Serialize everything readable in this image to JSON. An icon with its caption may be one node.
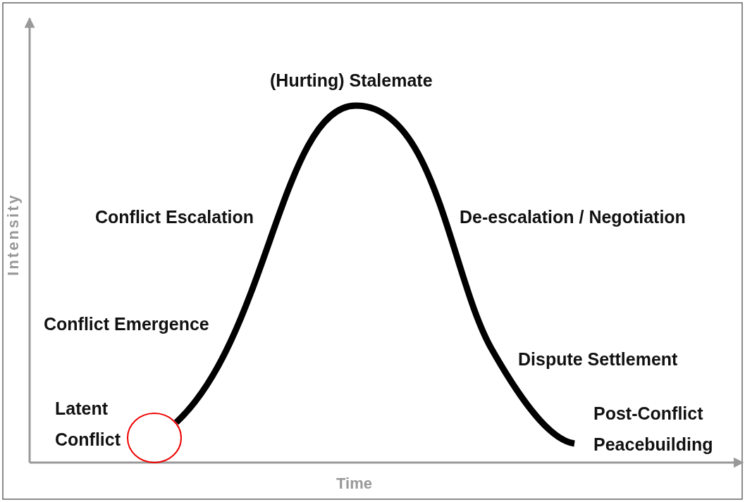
{
  "diagram": {
    "labels": [
      "(Hurting) Stalemate",
      "Conflict Escalation",
      "De-escalation / Negotiation",
      "Intensity",
      "Conflict Emergence",
      "Dispute Settlement",
      "Latent Conflict",
      "Post-Conflict Peacebuilding",
      "Time"
    ]
  }
}
